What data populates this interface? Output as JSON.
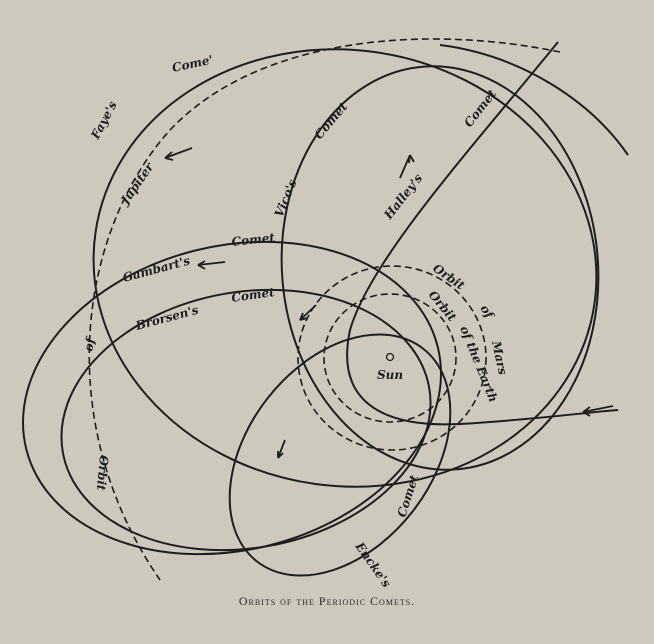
{
  "caption": "Orbits of the Periodic Comets.",
  "labels": {
    "faye_1": "Faye's",
    "faye_2": "Come'",
    "jupiter": "Jupiter",
    "jupiter_of": "of",
    "jupiter_orbit": "Orbit",
    "vico_1": "Vico's",
    "vico_2": "Comet",
    "halley_1": "Halley's",
    "halley_2": "Comet",
    "gambart_1": "Gambart's",
    "gambart_2": "Comet",
    "brorsen_1": "Brorsen's",
    "brorsen_2": "Comet",
    "mars_1": "Orbit",
    "mars_2": "of",
    "mars_3": "Mars",
    "earth_1": "Orbit",
    "earth_2": "of the Earth",
    "sun": "Sun",
    "encke_1": "Encke's",
    "encke_2": "Comet"
  }
}
